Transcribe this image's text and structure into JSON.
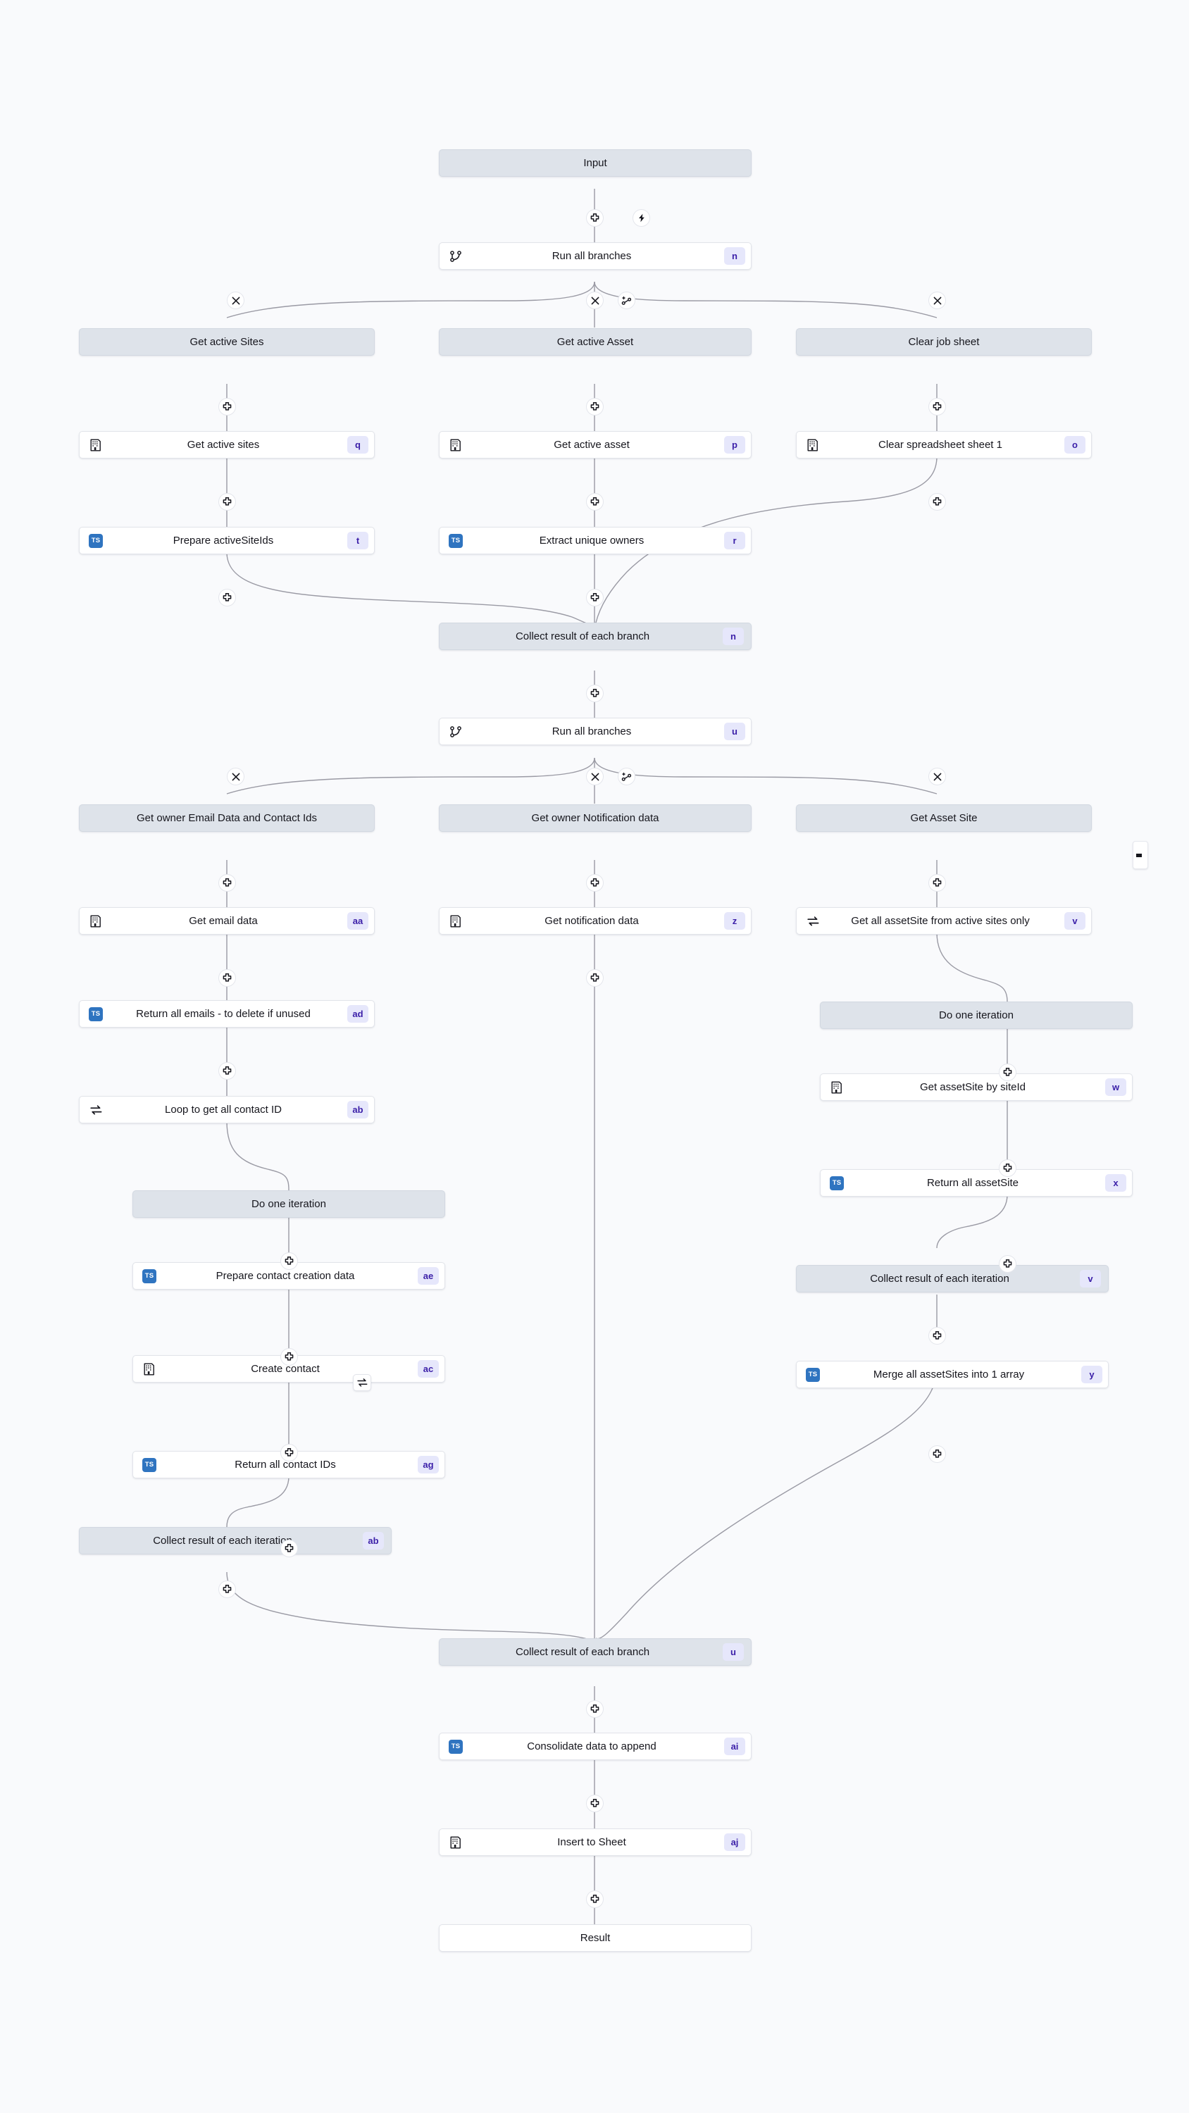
{
  "canvas": {
    "background": "#f9fafc",
    "node_fill_white": "#ffffff",
    "node_fill_group": "#dee3ea",
    "badge_bg": "#e6e7fb",
    "badge_fg": "#3b1fa8",
    "ts_icon_bg": "#2f74c0",
    "edge_color": "#9a9aa4"
  },
  "icon_names": {
    "plus": "plus-handle-icon",
    "close": "close-handle-icon",
    "branch": "branch-add-icon",
    "lightning": "lightning-icon",
    "flow": "branch-flow-icon",
    "loop": "loop-icon",
    "app": "app-building-icon",
    "ts": "typescript-icon"
  },
  "nodes": [
    {
      "id": "input",
      "label": "Input",
      "kind": "terminal-in",
      "icon": "none",
      "badge": ""
    },
    {
      "id": "run-all-1",
      "label": "Run all branches",
      "kind": "step",
      "icon": "flow",
      "badge": "n"
    },
    {
      "id": "grp-sites",
      "label": "Get active Sites",
      "kind": "group",
      "icon": "none",
      "badge": ""
    },
    {
      "id": "grp-asset",
      "label": "Get active Asset",
      "kind": "group",
      "icon": "none",
      "badge": ""
    },
    {
      "id": "grp-clear",
      "label": "Clear job sheet",
      "kind": "group",
      "icon": "none",
      "badge": ""
    },
    {
      "id": "get-sites",
      "label": "Get active sites",
      "kind": "step",
      "icon": "app",
      "badge": "q"
    },
    {
      "id": "get-asset",
      "label": "Get active asset",
      "kind": "step",
      "icon": "app",
      "badge": "p"
    },
    {
      "id": "clear-sheet",
      "label": "Clear spreadsheet sheet 1",
      "kind": "step",
      "icon": "app",
      "badge": "o"
    },
    {
      "id": "prep-siteids",
      "label": "Prepare activeSiteIds",
      "kind": "step",
      "icon": "ts",
      "badge": "t"
    },
    {
      "id": "extract-own",
      "label": "Extract unique owners",
      "kind": "step",
      "icon": "ts",
      "badge": "r"
    },
    {
      "id": "collect-b1",
      "label": "Collect result of each branch",
      "kind": "group",
      "icon": "none",
      "badge": "n"
    },
    {
      "id": "run-all-2",
      "label": "Run all branches",
      "kind": "step",
      "icon": "flow",
      "badge": "u"
    },
    {
      "id": "grp-email",
      "label": "Get owner Email Data and Contact Ids",
      "kind": "group",
      "icon": "none",
      "badge": ""
    },
    {
      "id": "grp-notif",
      "label": "Get owner Notification data",
      "kind": "group",
      "icon": "none",
      "badge": ""
    },
    {
      "id": "grp-assite",
      "label": "Get Asset Site",
      "kind": "group",
      "icon": "none",
      "badge": ""
    },
    {
      "id": "get-email",
      "label": "Get email data",
      "kind": "step",
      "icon": "app",
      "badge": "aa"
    },
    {
      "id": "get-notif",
      "label": "Get notification data",
      "kind": "step",
      "icon": "app",
      "badge": "z"
    },
    {
      "id": "get-assite",
      "label": "Get all assetSite from active sites only",
      "kind": "step",
      "icon": "loop",
      "badge": "v"
    },
    {
      "id": "ret-emails",
      "label": "Return all emails - to delete if unused",
      "kind": "step",
      "icon": "ts",
      "badge": "ad"
    },
    {
      "id": "loop-contact",
      "label": "Loop to get all contact ID",
      "kind": "step",
      "icon": "loop",
      "badge": "ab"
    },
    {
      "id": "iter-right",
      "label": "Do one iteration",
      "kind": "group",
      "icon": "none",
      "badge": ""
    },
    {
      "id": "get-assite-id",
      "label": "Get assetSite by siteId",
      "kind": "step",
      "icon": "app",
      "badge": "w"
    },
    {
      "id": "iter-left",
      "label": "Do one iteration",
      "kind": "group",
      "icon": "none",
      "badge": ""
    },
    {
      "id": "ret-assite",
      "label": "Return all assetSite",
      "kind": "step",
      "icon": "ts",
      "badge": "x"
    },
    {
      "id": "prep-contact",
      "label": "Prepare contact creation data",
      "kind": "step",
      "icon": "ts",
      "badge": "ae"
    },
    {
      "id": "collect-it-r",
      "label": "Collect result of each iteration",
      "kind": "group",
      "icon": "none",
      "badge": "v"
    },
    {
      "id": "create-contact",
      "label": "Create contact",
      "kind": "step",
      "icon": "app",
      "badge": "ac",
      "retry": true
    },
    {
      "id": "merge-assites",
      "label": "Merge all assetSites into 1 array",
      "kind": "step",
      "icon": "ts",
      "badge": "y"
    },
    {
      "id": "ret-contacts",
      "label": "Return all contact IDs",
      "kind": "step",
      "icon": "ts",
      "badge": "ag"
    },
    {
      "id": "collect-it-l",
      "label": "Collect result of each iteration",
      "kind": "group",
      "icon": "none",
      "badge": "ab"
    },
    {
      "id": "collect-b2",
      "label": "Collect result of each branch",
      "kind": "group",
      "icon": "none",
      "badge": "u"
    },
    {
      "id": "consolidate",
      "label": "Consolidate data to append",
      "kind": "step",
      "icon": "ts",
      "badge": "ai"
    },
    {
      "id": "insert-sheet",
      "label": "Insert to Sheet",
      "kind": "step",
      "icon": "app",
      "badge": "aj"
    },
    {
      "id": "result",
      "label": "Result",
      "kind": "terminal-out",
      "icon": "none",
      "badge": ""
    }
  ]
}
